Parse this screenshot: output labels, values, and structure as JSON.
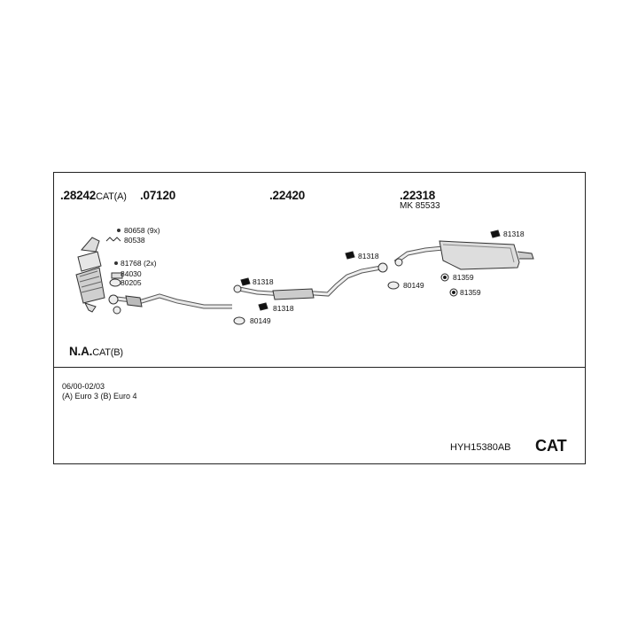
{
  "parts": {
    "p28242": {
      "num": ".28242",
      "suffix": "CAT(A)"
    },
    "p07120": {
      "num": ".07120"
    },
    "p22420": {
      "num": ".22420"
    },
    "p22318": {
      "num": ".22318"
    },
    "mk": "MK 85533",
    "na": {
      "num": "N.A.",
      "suffix": "CAT(B)"
    }
  },
  "callouts": {
    "c80658": "80658 (9x)",
    "c80538": "80538",
    "c81768": "81768 (2x)",
    "c84030": "84030",
    "c80205": "80205",
    "c81318_a": "81318",
    "c81318_b": "81318",
    "c81318_c": "81318",
    "c81318_d": "81318",
    "c80149_a": "80149",
    "c80149_b": "80149",
    "c81359_a": "81359",
    "c81359_b": "81359"
  },
  "footer": {
    "period": "06/00-02/03",
    "euro": "(A) Euro 3 (B) Euro 4",
    "code": "HYH15380AB",
    "cat": "CAT"
  }
}
